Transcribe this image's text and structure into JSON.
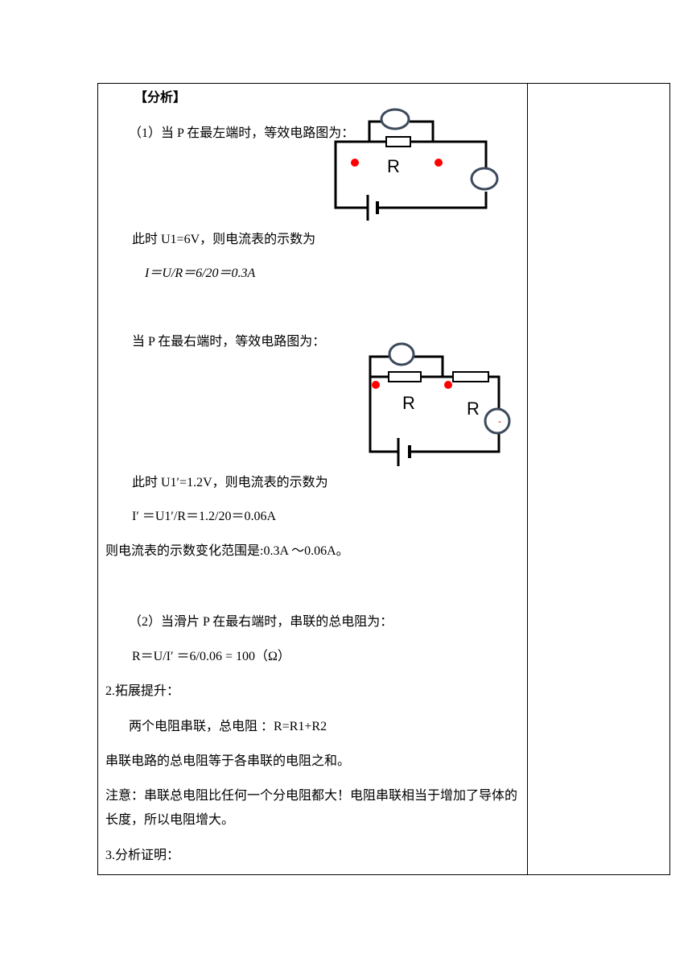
{
  "analysis_heading": "【分析】",
  "p1_intro": "（1）当 P 在最左端时，等效电路图为：",
  "p1_state": "此时 U1=6V，则电流表的示数为",
  "p1_formula": "I＝U/R＝6/20＝0.3A",
  "p2_intro": "当 P 在最右端时，等效电路图为：",
  "p2_state": "此时 U1′=1.2V，则电流表的示数为",
  "p2_formula": "I′ ＝U1′/R＝1.2/20＝0.06A",
  "range_text": "则电流表的示数变化范围是:0.3A ～0.06A。",
  "q2_intro": "（2）当滑片 P 在最右端时，串联的总电阻为：",
  "q2_formula": "R＝U/I′ ＝6/0.06 = 100（Ω）",
  "ext_heading": "2.拓展提升：",
  "ext_line": "两个电阻串联，总电阻 ：R=R1+R2",
  "ext_conclusion": "串联电路的总电阻等于各串联的电阻之和。",
  "note": "注意：串联总电阻比任何一个分电阻都大！电阻串联相当于增加了导体的长度，所以电阻增大。",
  "proof_heading": "3.分析证明：",
  "circuit1": {
    "resistor_label": "R"
  },
  "circuit2": {
    "resistor1_label": "R",
    "resistor2_label": "R",
    "minus_sign": "-"
  },
  "colors": {
    "wire": "#000000",
    "meter": "#3d4a5c",
    "node": "#ff0000",
    "text": "#000000"
  }
}
